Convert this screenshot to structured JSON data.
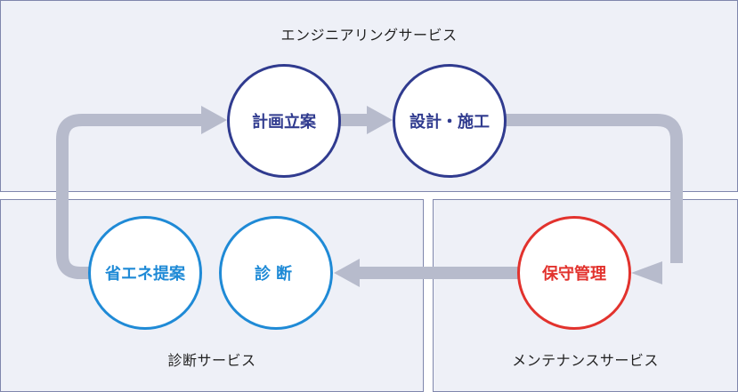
{
  "panels": {
    "engineering": {
      "label": "エンジニアリングサービス"
    },
    "diagnosis": {
      "label": "診断サービス"
    },
    "maintenance": {
      "label": "メンテナンスサービス"
    }
  },
  "nodes": {
    "planning": {
      "label": "計画立案",
      "color": "#303b8f"
    },
    "design_construction": {
      "label": "設計・施工",
      "color": "#303b8f"
    },
    "energy_saving": {
      "label": "省エネ提案",
      "color": "#1f8ad6"
    },
    "diagnosis": {
      "label": "診断",
      "color": "#1f8ad6"
    },
    "maintenance": {
      "label": "保守管理",
      "color": "#e2322d"
    }
  },
  "colors": {
    "panel_fill": "#eef0f7",
    "panel_border": "#7f86ac",
    "arrow": "#b7bbcc"
  }
}
